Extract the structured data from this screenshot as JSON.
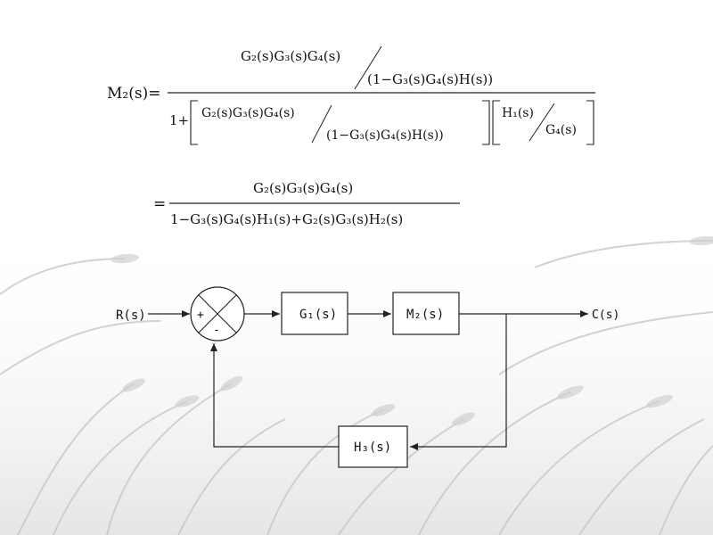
{
  "equation1": {
    "lhs": "M₂(s)=",
    "num_main": "G₂(s)G₃(s)G₄(s)",
    "num_den": "(1−G₃(s)G₄(s)H(s))",
    "den_one": "1+",
    "den_inner_num": "G₂(s)G₃(s)G₄(s)",
    "den_inner_den": "(1−G₃(s)G₄(s)H(s))",
    "den_right_num": "H₁(s)",
    "den_right_den": "G₄(s)"
  },
  "equation2": {
    "eq": "=",
    "num": "G₂(s)G₃(s)G₄(s)",
    "den": "1−G₃(s)G₄(s)H₁(s)+G₂(s)G₃(s)H₂(s)"
  },
  "block_diagram": {
    "input": "R(s)",
    "output": "C(s)",
    "plus": "+",
    "minus": "-",
    "block_g1": "G₁(s)",
    "block_m2": "M₂(s)",
    "block_h3": "H₃(s)"
  },
  "colors": {
    "line": "#222222",
    "background_plant": "#d8d8d8"
  }
}
